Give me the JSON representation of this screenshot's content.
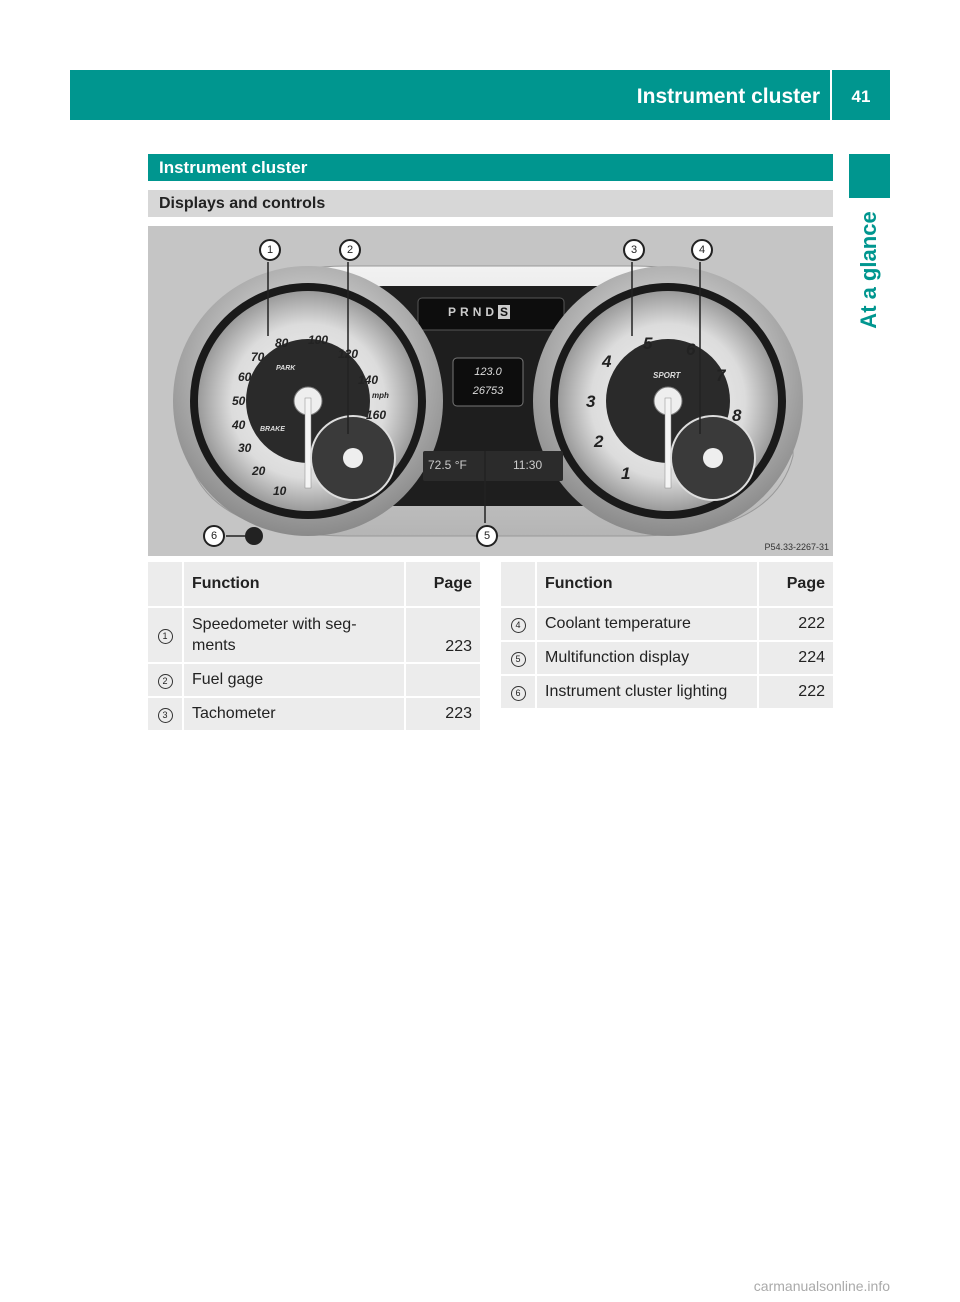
{
  "header": {
    "title": "Instrument cluster",
    "page_number": "41"
  },
  "side_tab": {
    "label": "At a glance"
  },
  "section": {
    "title": "Instrument cluster",
    "subtitle": "Displays and controls"
  },
  "figure": {
    "callouts": [
      "1",
      "2",
      "3",
      "4",
      "5",
      "6"
    ],
    "gear_display": [
      "P",
      "R",
      "N",
      "D",
      "S"
    ],
    "odometer": {
      "trip": "123.0",
      "total": "26753"
    },
    "temperature": "72.5 °F",
    "clock": "11:30",
    "speed_labels": [
      "10",
      "20",
      "30",
      "40",
      "50",
      "60",
      "70",
      "80",
      "100",
      "120",
      "140",
      "160"
    ],
    "speed_unit": "mph",
    "tacho_labels": [
      "1",
      "2",
      "3",
      "4",
      "5",
      "6",
      "7",
      "8"
    ],
    "sport_label": "SPORT",
    "park_label": "PARK",
    "brake_label": "BRAKE",
    "image_code": "P54.33-2267-31"
  },
  "tables": [
    {
      "headers": {
        "num": "",
        "function": "Function",
        "page": "Page"
      },
      "rows": [
        {
          "num": "1",
          "function_line1": "Speedometer with seg-",
          "function_line2": "ments",
          "page": "223"
        },
        {
          "num": "2",
          "function_line1": "Fuel gage",
          "function_line2": "",
          "page": ""
        },
        {
          "num": "3",
          "function_line1": "Tachometer",
          "function_line2": "",
          "page": "223"
        }
      ]
    },
    {
      "headers": {
        "num": "",
        "function": "Function",
        "page": "Page"
      },
      "rows": [
        {
          "num": "4",
          "function_line1": "Coolant temperature",
          "function_line2": "",
          "page": "222"
        },
        {
          "num": "5",
          "function_line1": "Multifunction display",
          "function_line2": "",
          "page": "224"
        },
        {
          "num": "6",
          "function_line1": "Instrument cluster lighting",
          "function_line2": "",
          "page": "222"
        }
      ]
    }
  ],
  "footer": {
    "watermark": "carmanualsonline.info"
  },
  "colors": {
    "accent": "#00968f",
    "table_bg": "#ececec",
    "sub_bar": "#d7d7d7",
    "figure_bg": "#c5c5c5"
  }
}
